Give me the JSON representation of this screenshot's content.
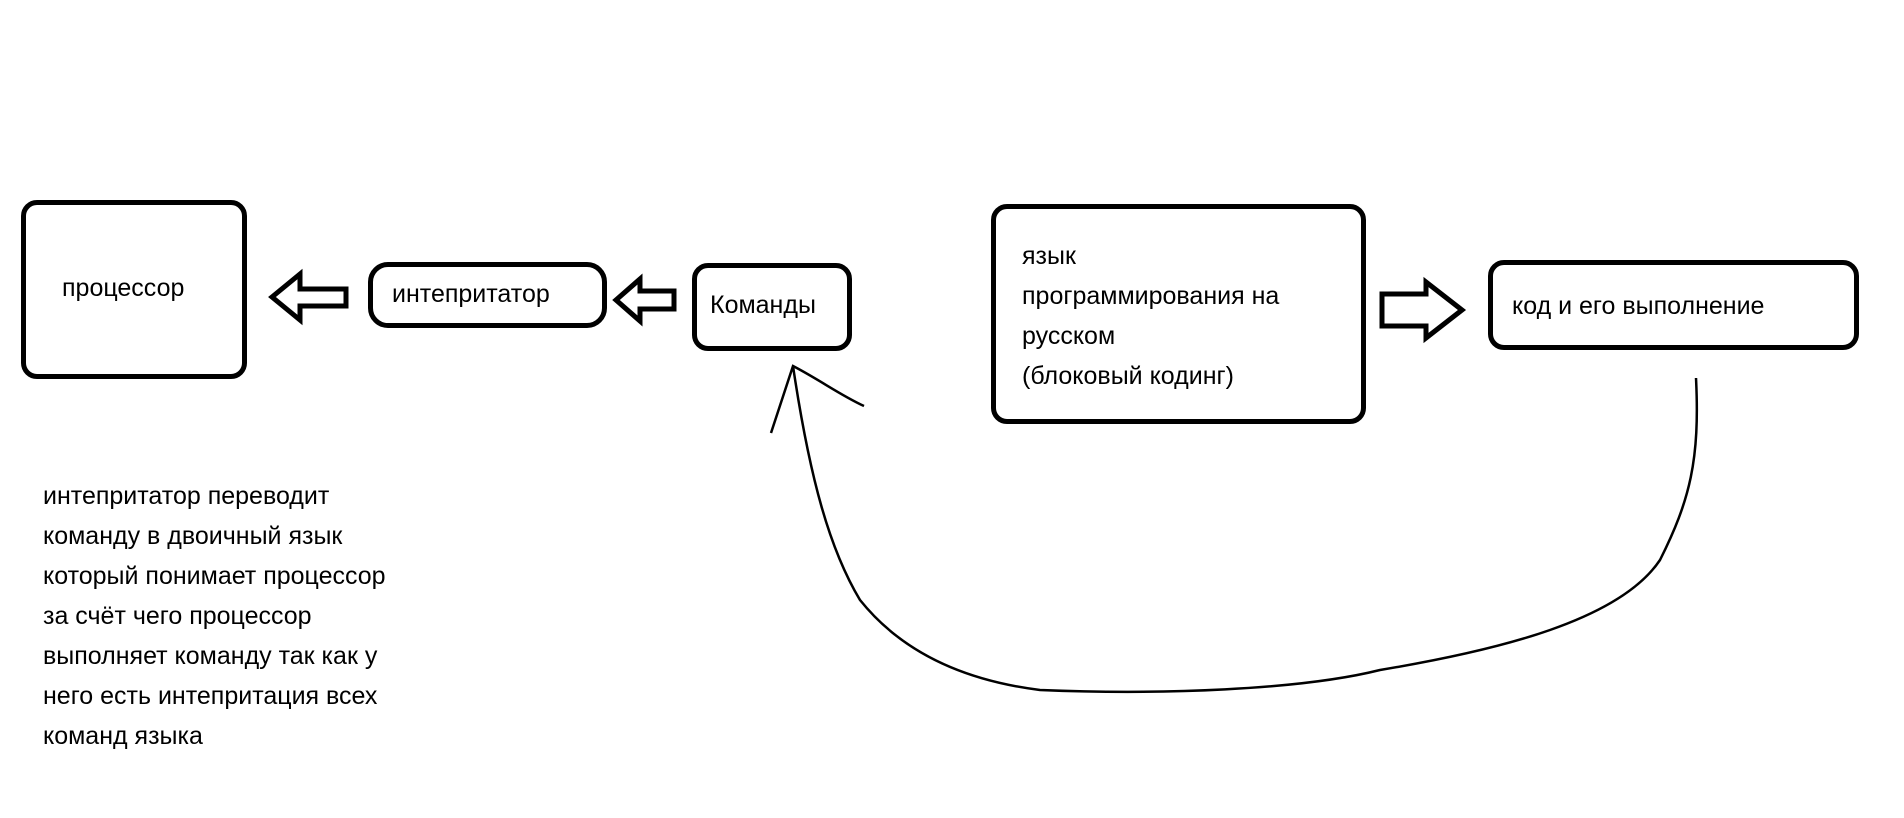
{
  "nodes": {
    "processor": "процессор",
    "interpreter": "интепритатор",
    "commands": "Команды",
    "language_lines": [
      "язык",
      "программирования на",
      "русском",
      "(блоковый кодинг)"
    ],
    "code": "код и его выполнение"
  },
  "note_lines": [
    "интепритатор переводит",
    "команду в двоичный язык",
    "который понимает процессор",
    "за счёт чего процессор",
    "выполняет команду так как у",
    "него есть интепритация всех",
    "команд языка"
  ]
}
